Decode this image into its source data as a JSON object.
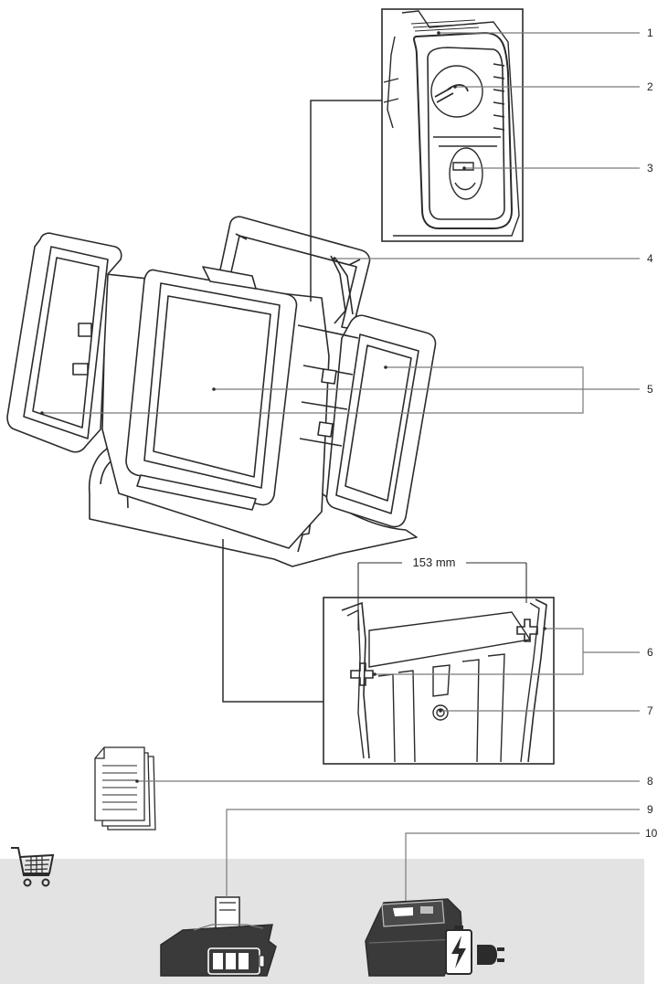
{
  "callouts": [
    {
      "number": "1"
    },
    {
      "number": "2"
    },
    {
      "number": "3"
    },
    {
      "number": "4"
    },
    {
      "number": "5"
    },
    {
      "number": "6"
    },
    {
      "number": "7"
    },
    {
      "number": "8"
    },
    {
      "number": "9"
    },
    {
      "number": "10"
    }
  ],
  "dimension_label": "153 mm",
  "colors": {
    "line": "#2b2b2b",
    "body_fill": "#ffffff",
    "accessory_band": "#e3e3e3",
    "dark_part": "#3a3a3a"
  },
  "icons": [
    "shopping-cart-icon",
    "document-stack-icon",
    "battery-pack-icon",
    "battery-charger-icon",
    "plug-icon",
    "lightning-icon"
  ]
}
